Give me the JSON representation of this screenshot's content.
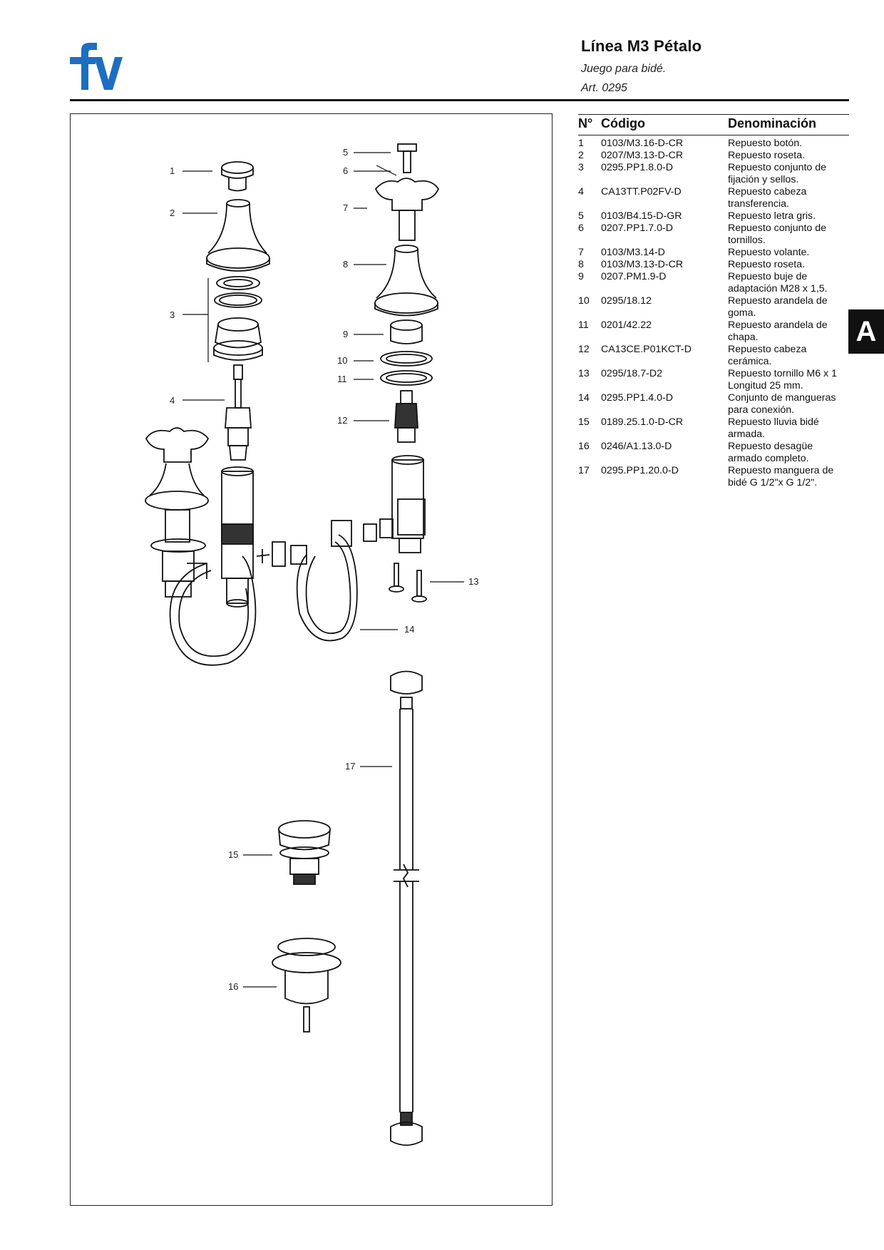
{
  "header": {
    "title": "Línea M3 Pétalo",
    "subtitle": "Juego para bidé.",
    "article": "Art. 0295"
  },
  "colors": {
    "brand": "#1e6ec0"
  },
  "icons": {
    "side_tab_letter": "A",
    "logo": "fv-logo-icon"
  },
  "table": {
    "col_num": "N°",
    "col_code": "Código",
    "col_name": "Denominación",
    "rows": [
      {
        "n": "1",
        "code": "0103/M3.16-D-CR",
        "name": "Repuesto botón."
      },
      {
        "n": "2",
        "code": "0207/M3.13-D-CR",
        "name": "Repuesto roseta."
      },
      {
        "n": "3",
        "code": "0295.PP1.8.0-D",
        "name": "Repuesto conjunto de fijación y sellos."
      },
      {
        "n": "4",
        "code": "CA13TT.P02FV-D",
        "name": "Repuesto cabeza transferencia."
      },
      {
        "n": "5",
        "code": "0103/B4.15-D-GR",
        "name": "Repuesto letra gris."
      },
      {
        "n": "6",
        "code": "0207.PP1.7.0-D",
        "name": "Repuesto conjunto de tornillos."
      },
      {
        "n": "7",
        "code": "0103/M3.14-D",
        "name": "Repuesto volante."
      },
      {
        "n": "8",
        "code": "0103/M3.13-D-CR",
        "name": "Repuesto roseta."
      },
      {
        "n": "9",
        "code": "0207.PM1.9-D",
        "name": "Repuesto buje de adaptación M28 x 1,5."
      },
      {
        "n": "10",
        "code": "0295/18.12",
        "name": "Repuesto arandela de goma."
      },
      {
        "n": "11",
        "code": "0201/42.22",
        "name": "Repuesto arandela de chapa."
      },
      {
        "n": "12",
        "code": "CA13CE.P01KCT-D",
        "name": "Repuesto cabeza cerámica."
      },
      {
        "n": "13",
        "code": "0295/18.7-D2",
        "name": "Repuesto tornillo M6 x 1 Longitud 25 mm."
      },
      {
        "n": "14",
        "code": "0295.PP1.4.0-D",
        "name": "Conjunto de mangueras para conexión."
      },
      {
        "n": "15",
        "code": "0189.25.1.0-D-CR",
        "name": "Repuesto lluvia bidé armada."
      },
      {
        "n": "16",
        "code": "0246/A1.13.0-D",
        "name": "Repuesto desagüe armado completo."
      },
      {
        "n": "17",
        "code": "0295.PP1.20.0-D",
        "name": "Repuesto manguera de bidé G 1/2\"x G 1/2\"."
      }
    ]
  },
  "diagram": {
    "callouts": [
      "1",
      "2",
      "3",
      "4",
      "5",
      "6",
      "7",
      "8",
      "9",
      "10",
      "11",
      "12",
      "13",
      "14",
      "15",
      "16",
      "17"
    ]
  }
}
